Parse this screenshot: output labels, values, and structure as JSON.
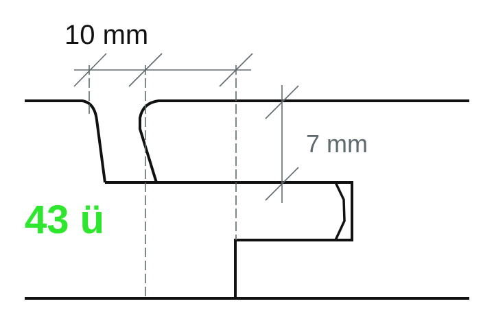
{
  "labels": {
    "width_dimension": "10 mm",
    "depth_dimension": "7 mm",
    "overlay_text": "43 ü"
  },
  "colors": {
    "outline": "#111111",
    "dimension": "#5f6a6e",
    "overlay": "#2ee62e"
  }
}
